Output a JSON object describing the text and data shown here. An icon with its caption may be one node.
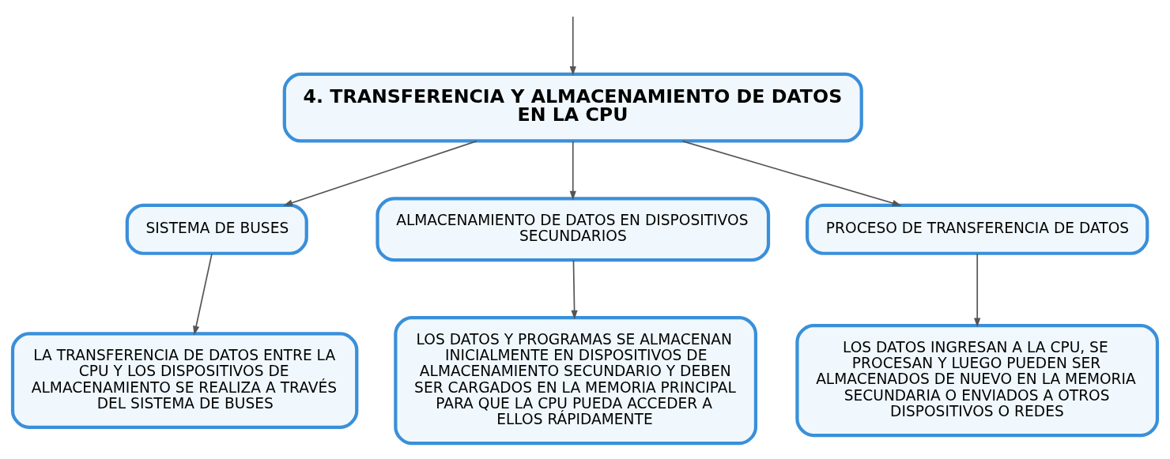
{
  "diagram": {
    "nodes": [
      {
        "text": [
          "4. TRANSFERENCIA Y ALMACENAMIENTO DE DATOS EN LA CPU"
        ]
      },
      {
        "text": [
          "SISTEMA DE BUSES"
        ]
      },
      {
        "text": [
          "ALMACENAMIENTO DE DATOS EN DISPOSITIVOS SECUNDARIOS"
        ]
      },
      {
        "text": [
          "PROCESO DE TRANSFERENCIA DE DATOS"
        ]
      },
      {
        "text": [
          "LA TRANSFERENCIA DE DATOS ENTRE LA CPU Y LOS DISPOSITIVOS DE ALMACENAMIENTO SE REALIZA A TRAVÉS DEL SISTEMA DE BUSES"
        ]
      },
      {
        "text": [
          "LOS DATOS Y PROGRAMAS SE ALMACENAN INICIALMENTE EN DISPOSITIVOS DE ALMACENAMIENTO SECUNDARIO Y DEBEN SER CARGADOS EN LA MEMORIA PRINCIPAL PARA QUE LA CPU PUEDA ACCEDER A ELLOS RÁPIDAMENTE"
        ]
      },
      {
        "text": [
          "LOS DATOS INGRESAN A LA CPU, SE PROCESAN Y LUEGO PUEDEN SER ALMACENADOS DE NUEVO EN LA MEMORIA SECUNDARIA O ENVIADOS A OTROS DISPOSITIVOS O REDES"
        ]
      }
    ],
    "edges": [
      {
        "from": null,
        "to": 0,
        "arrow": "to"
      },
      {
        "from": 0,
        "to": 1,
        "arrow": "to"
      },
      {
        "from": 0,
        "to": 2,
        "arrow": "to"
      },
      {
        "from": 0,
        "to": 3,
        "arrow": "to"
      },
      {
        "from": 1,
        "to": 4,
        "arrow": "to"
      },
      {
        "from": 2,
        "to": 5,
        "arrow": "to"
      },
      {
        "from": 3,
        "to": 6,
        "arrow": "to"
      }
    ]
  }
}
